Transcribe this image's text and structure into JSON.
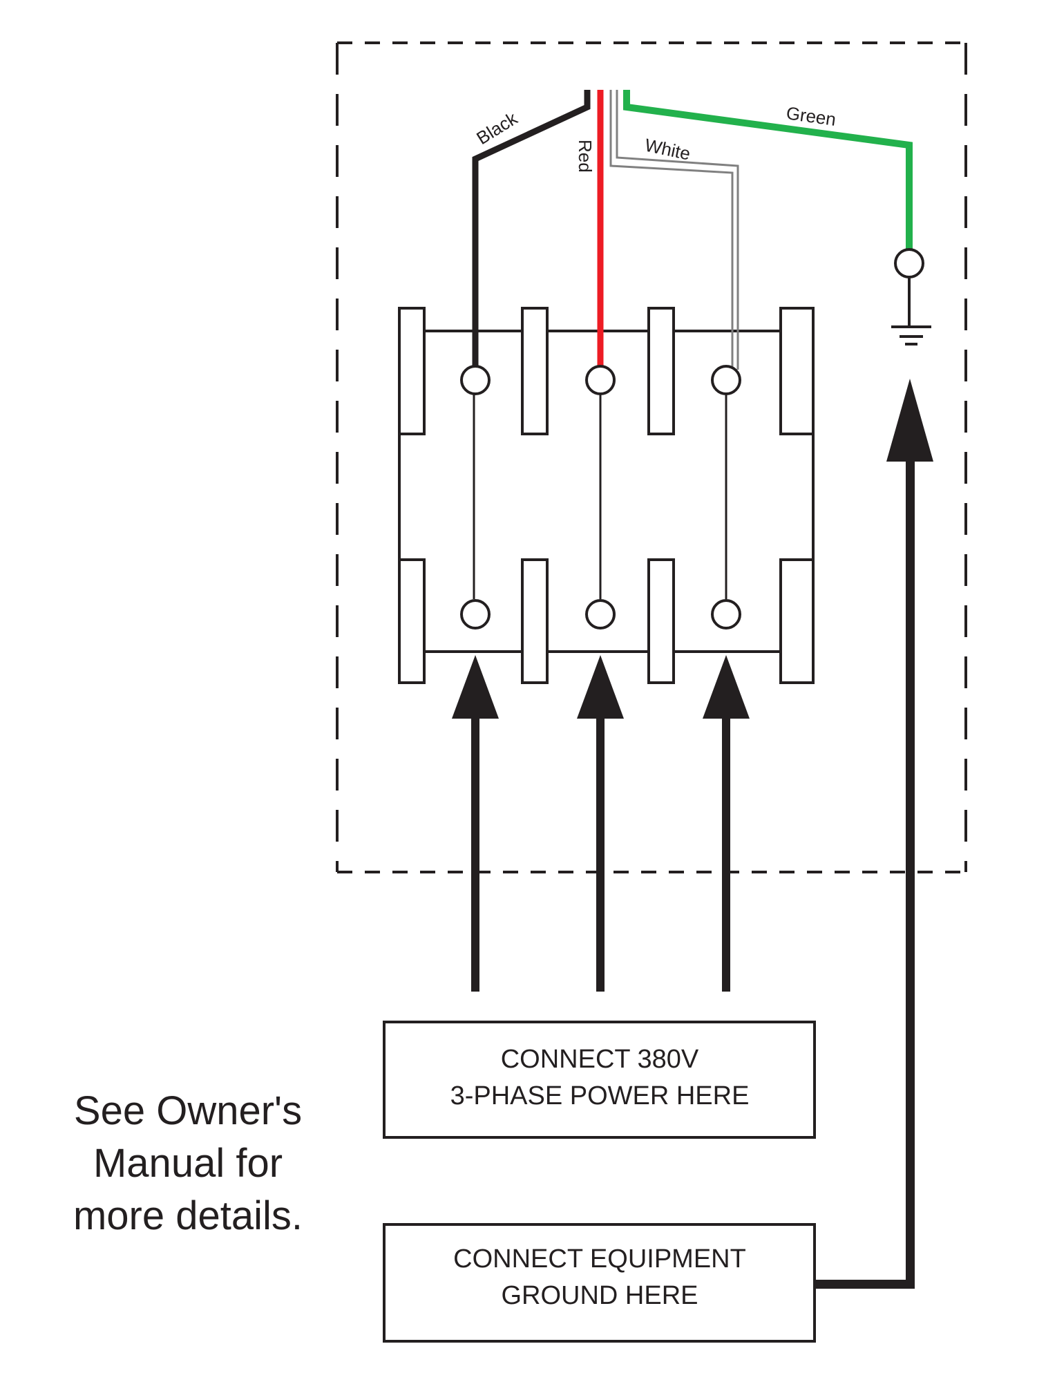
{
  "diagram": {
    "title": "380V 3-phase wiring diagram",
    "wires": {
      "black": {
        "label": "Black",
        "color": "#231f20"
      },
      "red": {
        "label": "Red",
        "color": "#ed1c24"
      },
      "white": {
        "label": "White",
        "color": "#808080"
      },
      "green": {
        "label": "Green",
        "color": "#22b14c"
      }
    },
    "power_box": {
      "line1": "CONNECT 380V",
      "line2": "3-PHASE POWER HERE"
    },
    "ground_box": {
      "line1": "CONNECT EQUIPMENT",
      "line2": "GROUND HERE"
    },
    "note": {
      "line1": "See Owner's",
      "line2": "Manual for",
      "line3": "more details."
    },
    "colors": {
      "ink": "#231f20",
      "background": "#ffffff"
    }
  }
}
